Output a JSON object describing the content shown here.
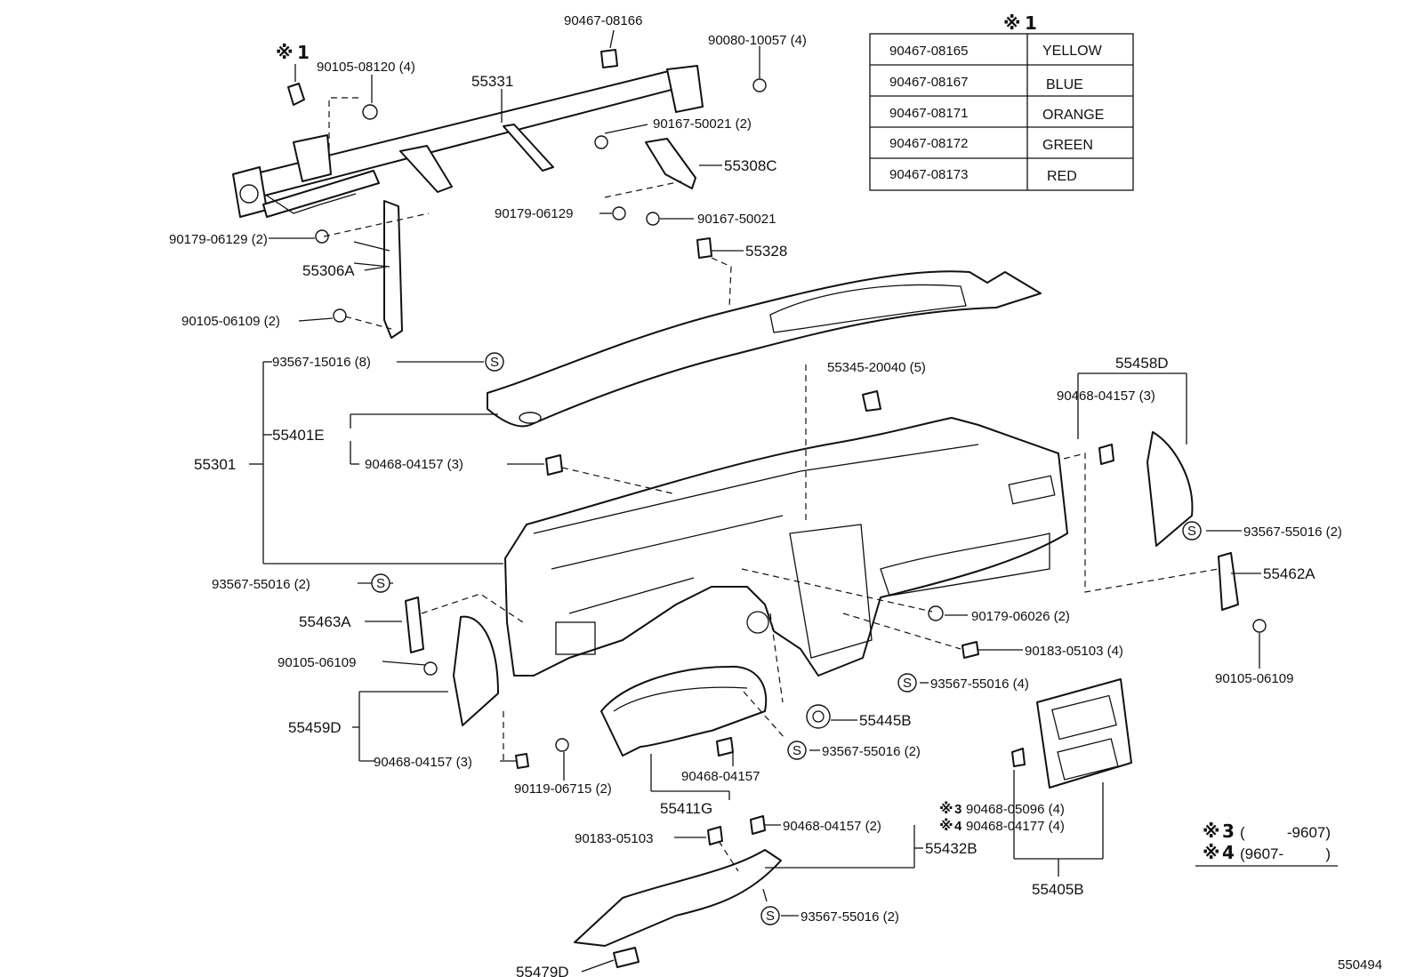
{
  "diagram_code": "550494",
  "note_symbol": "※",
  "color_table": {
    "marker": "1",
    "rows": [
      {
        "part": "90467-08165",
        "color": "YELLOW"
      },
      {
        "part": "90467-08167",
        "color": "BLUE"
      },
      {
        "part": "90467-08171",
        "color": "ORANGE"
      },
      {
        "part": "90467-08172",
        "color": "GREEN"
      },
      {
        "part": "90467-08173",
        "color": "RED"
      }
    ]
  },
  "footnotes": [
    {
      "marker": "3",
      "range": "(          -9607)"
    },
    {
      "marker": "4",
      "range": "(9607-          )"
    }
  ],
  "labels": {
    "p_90467_08166": "90467-08166",
    "p_90080_10057": "90080-10057 (4)",
    "p_mark1": "1",
    "p_90105_08120": "90105-08120 (4)",
    "p_55331": "55331",
    "p_90167_50021_2": "90167-50021 (2)",
    "p_55308c": "55308C",
    "p_90179_06129": "90179-06129",
    "p_90167_50021": "90167-50021",
    "p_90179_06129_2": "90179-06129 (2)",
    "p_55328": "55328",
    "p_55306a": "55306A",
    "p_90105_06109_2": "90105-06109 (2)",
    "p_93567_15016": "93567-15016 (8)",
    "p_55345_20040": "55345-20040 (5)",
    "p_55458d": "55458D",
    "p_90468_04157_3_r": "90468-04157 (3)",
    "p_55401e": "55401E",
    "p_55301": "55301",
    "p_90468_04157_3_c": "90468-04157 (3)",
    "p_93567_55016_2_r": "93567-55016 (2)",
    "p_55462a": "55462A",
    "p_93567_55016_2_l": "93567-55016 (2)",
    "p_55463a": "55463A",
    "p_90179_06026": "90179-06026 (2)",
    "p_90183_05103_4": "90183-05103 (4)",
    "p_90105_06109_l": "90105-06109",
    "p_90105_06109_r": "90105-06109",
    "p_93567_55016_4": "93567-55016 (4)",
    "p_55459d": "55459D",
    "p_55445b": "55445B",
    "p_90468_04157_3_l": "90468-04157 (3)",
    "p_93567_55016_2_m": "93567-55016 (2)",
    "p_90119_06715": "90119-06715 (2)",
    "p_90468_04157": "90468-04157",
    "p_55411g": "55411G",
    "p_90468_05096": "90468-05096 (4)",
    "p_90468_04177": "90468-04177 (4)",
    "p_90183_05103": "90183-05103",
    "p_90468_04157_2": "90468-04157 (2)",
    "p_55432b": "55432B",
    "p_55405b": "55405B",
    "p_93567_55016_2_b": "93567-55016 (2)",
    "p_55479d": "55479D",
    "mark3": "3",
    "mark4": "4",
    "s_symbol": "S"
  }
}
